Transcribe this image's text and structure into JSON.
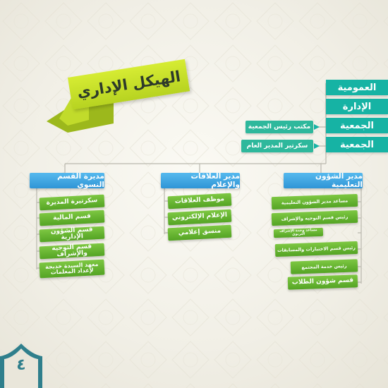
{
  "title": "الهيكل الإداري",
  "header_labels": [
    "العمومية",
    "الإدارة",
    "الجمعية",
    "الجمعية"
  ],
  "top_tags": [
    "مكتب رئيس الجمعية",
    "سكرتير المدير العام"
  ],
  "departments": [
    {
      "name": "مدير الشؤون التعليمية",
      "items": [
        "مساعد مدير الشؤون التعليمية",
        "رئيس قسم التوجيه والإشراف",
        "مساعد وحدة الإشراف التربوي",
        "رئيس قسم الاختبارات والمسابقات",
        "رئيس خدمة المجتمع",
        "قسم شؤون الطلاب"
      ]
    },
    {
      "name": "مدير العلاقات والإعلام",
      "items": [
        "موظف العلاقات",
        "الإعلام الإلكتروني",
        "منسق إعلامي"
      ]
    },
    {
      "name": "مديرة القسم النسوي",
      "items": [
        "سكرتيرة المديرة",
        "قسم المالية",
        "قسم الشؤون الإدارية",
        "قسم التوجيه والإشراف",
        "معهد السيدة خديجة لإعداد المعلمات"
      ]
    }
  ],
  "page_number": "٤",
  "colors": {
    "teal": "#16b3a4",
    "blue": "#2f95d6",
    "green": "#5aa82a",
    "lime": "#c8e02a",
    "badge": "#2f7f8c"
  }
}
